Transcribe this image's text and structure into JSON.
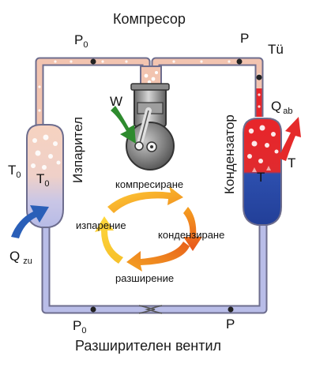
{
  "title_top": "Компресор",
  "title_bottom": "Разширителен вентил",
  "evaporator_label": "Изпарител",
  "condenser_label": "Кондензатор",
  "work_label": "W",
  "points": {
    "p0_top": {
      "main": "P",
      "sub": "0"
    },
    "p_top": {
      "main": "P",
      "sub": ""
    },
    "tu": {
      "main": "Tü",
      "sub": ""
    },
    "p0_bottom": {
      "main": "P",
      "sub": "0"
    },
    "p_bottom": {
      "main": "P",
      "sub": ""
    }
  },
  "evaporator": {
    "temp_outer": {
      "main": "T",
      "sub": "0"
    },
    "temp_inner": {
      "main": "T",
      "sub": "0"
    }
  },
  "condenser": {
    "temp_outer": {
      "main": "T",
      "sub": ""
    },
    "temp_inner": {
      "main": "T",
      "sub": ""
    }
  },
  "heat_in": {
    "main": "Q",
    "sub": "zu"
  },
  "heat_out": {
    "main": "Q",
    "sub": "ab"
  },
  "cycle": {
    "compress": "компресиране",
    "condense": "кондензиране",
    "expand": "разширение",
    "evaporate": "изпарение"
  },
  "colors": {
    "warm_pipe": "#f2c4b0",
    "cold_pipe": "#b9bde8",
    "hot_liquid": "#e8252a",
    "cold_liquid": "#2648a6",
    "arrow_work": "#2e8b2e",
    "arrow_heat_in": "#2a5fb8",
    "arrow_heat_out": "#e52a2a"
  }
}
